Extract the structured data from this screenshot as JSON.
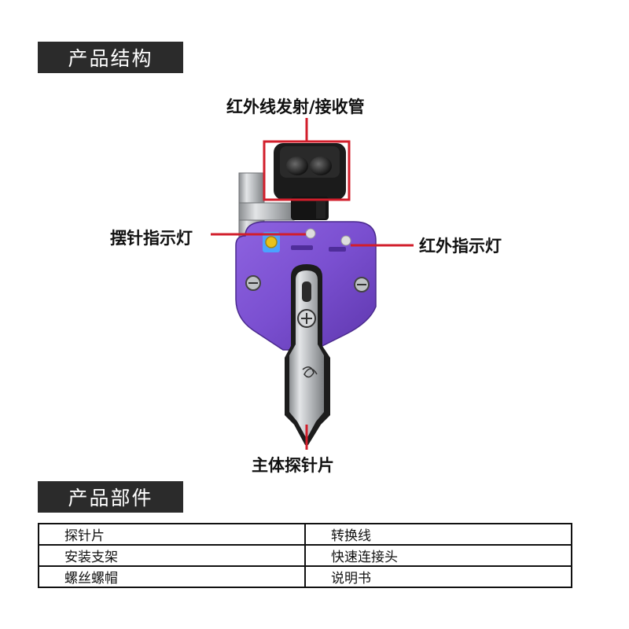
{
  "headers": {
    "structure": "产品结构",
    "parts": "产品部件"
  },
  "callouts": {
    "ir_tube": "红外线发射/接收管",
    "needle_indicator": "摆针指示灯",
    "ir_indicator": "红外指示灯",
    "probe_body": "主体探针片"
  },
  "parts_table": {
    "rows": [
      [
        "探针片",
        "转换线"
      ],
      [
        "安装支架",
        "快速连接头"
      ],
      [
        "螺丝螺帽",
        "说明书"
      ]
    ]
  },
  "colors": {
    "header_bg": "#2b2b2b",
    "body_purple": "#7b4fcf",
    "callout_red": "#d21e2b"
  }
}
